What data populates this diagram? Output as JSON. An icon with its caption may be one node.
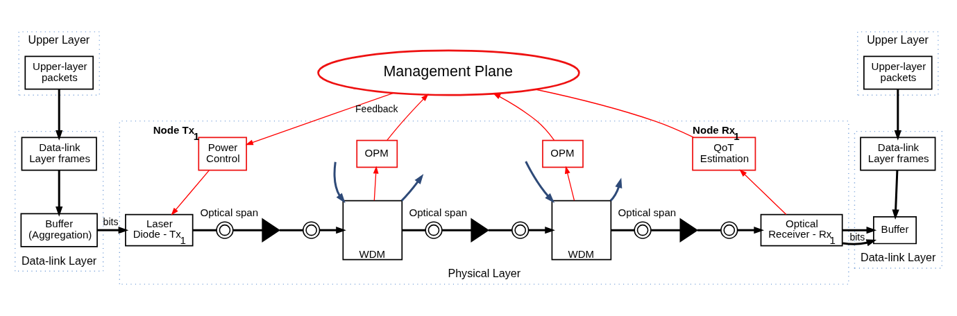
{
  "diagram": {
    "nodes": [
      {
        "text": [
          "Upper Layer"
        ]
      },
      {
        "text": [
          "Upper-layer packets"
        ],
        "in": 0
      },
      {
        "text": [
          "Data-link Layer"
        ]
      },
      {
        "text": [
          "Data-link Layer frames"
        ],
        "in": 2
      },
      {
        "text": [
          "Buffer (Aggregation)"
        ],
        "in": 2
      },
      {
        "text": [
          "Management Plane"
        ]
      },
      {
        "text": [
          "Physical Layer"
        ]
      },
      {
        "text": [
          "Power Control"
        ],
        "in": 6,
        "beside": [
          "Node Tx$_{1}$"
        ]
      },
      {
        "text": [
          "Laser Diode - Tx$_{1}$"
        ],
        "in": 6
      },
      {
        "text": [],
        "shape": "coil",
        "in": 6
      },
      {
        "text": [],
        "shape": "triangle",
        "in": 6,
        "beside": [
          "Optical span"
        ]
      },
      {
        "text": [],
        "shape": "coil",
        "in": 6
      },
      {
        "text": [
          "OPM"
        ],
        "in": 6
      },
      {
        "text": [
          "WDM"
        ],
        "in": 6
      },
      {
        "text": [],
        "shape": "coil",
        "in": 6
      },
      {
        "text": [],
        "shape": "triangle",
        "in": 6,
        "beside": [
          "Optical span"
        ]
      },
      {
        "text": [],
        "shape": "coil",
        "in": 6
      },
      {
        "text": [
          "OPM"
        ],
        "in": 6
      },
      {
        "text": [
          "WDM"
        ],
        "in": 6
      },
      {
        "text": [],
        "shape": "coil",
        "in": 6
      },
      {
        "text": [],
        "shape": "triangle",
        "in": 6,
        "beside": [
          "Optical span"
        ]
      },
      {
        "text": [],
        "shape": "coil",
        "in": 6
      },
      {
        "text": [
          "QoT Estimation"
        ],
        "in": 6,
        "beside": [
          "Node Rx$_{1}$"
        ]
      },
      {
        "text": [
          "Optical Receiver - Rx$_{1}$"
        ],
        "in": 6
      },
      {
        "text": [
          "Upper Layer"
        ]
      },
      {
        "text": [
          "Upper-layer packets"
        ],
        "in": 24
      },
      {
        "text": [
          "Data-link Layer"
        ]
      },
      {
        "text": [
          "Data-link Layer frames"
        ],
        "in": 26
      },
      {
        "text": [
          "Buffer"
        ],
        "in": 26
      }
    ],
    "edges": [
      {
        "from": 1,
        "to": 3,
        "arrow": "to"
      },
      {
        "from": 3,
        "to": 4,
        "arrow": "to"
      },
      {
        "from": 4,
        "to": 8,
        "arrow": "to",
        "label": "bits"
      },
      {
        "from": 5,
        "to": 7,
        "arrow": "to",
        "color": "#ff0000",
        "label": "Feedback"
      },
      {
        "from": 7,
        "to": 8,
        "arrow": "to",
        "color": "#ff0000"
      },
      {
        "from": 8,
        "to": 9,
        "arrow": "none"
      },
      {
        "from": 9,
        "to": 10,
        "arrow": "none"
      },
      {
        "from": 10,
        "to": 11,
        "arrow": "none"
      },
      {
        "from": 11,
        "to": 13,
        "arrow": "to"
      },
      {
        "from": 13,
        "to": 12,
        "arrow": "to",
        "color": "#ff0000"
      },
      {
        "from": 12,
        "to": 5,
        "arrow": "to",
        "color": "#ff0000"
      },
      {
        "from": null,
        "to": 13,
        "arrow": "to",
        "color": "#2e4a78"
      },
      {
        "from": 13,
        "to": null,
        "arrow": "to",
        "color": "#2e4a78"
      },
      {
        "from": 13,
        "to": 14,
        "arrow": "none"
      },
      {
        "from": 14,
        "to": 15,
        "arrow": "none"
      },
      {
        "from": 15,
        "to": 16,
        "arrow": "none"
      },
      {
        "from": 16,
        "to": 18,
        "arrow": "to"
      },
      {
        "from": 18,
        "to": 17,
        "arrow": "to",
        "color": "#ff0000"
      },
      {
        "from": 17,
        "to": 5,
        "arrow": "to",
        "color": "#ff0000"
      },
      {
        "from": null,
        "to": 18,
        "arrow": "to",
        "color": "#2e4a78"
      },
      {
        "from": 18,
        "to": null,
        "arrow": "to",
        "color": "#2e4a78"
      },
      {
        "from": 18,
        "to": 19,
        "arrow": "none"
      },
      {
        "from": 19,
        "to": 20,
        "arrow": "none"
      },
      {
        "from": 20,
        "to": 21,
        "arrow": "none"
      },
      {
        "from": 21,
        "to": 23,
        "arrow": "to"
      },
      {
        "from": 23,
        "to": 22,
        "arrow": "to",
        "color": "#ff0000"
      },
      {
        "from": 22,
        "to": 5,
        "arrow": "none",
        "color": "#ff0000"
      },
      {
        "from": 23,
        "to": 28,
        "arrow": "to",
        "label": "bits"
      },
      {
        "from": 25,
        "to": 27,
        "arrow": "to"
      },
      {
        "from": 27,
        "to": 28,
        "arrow": "to"
      }
    ]
  }
}
